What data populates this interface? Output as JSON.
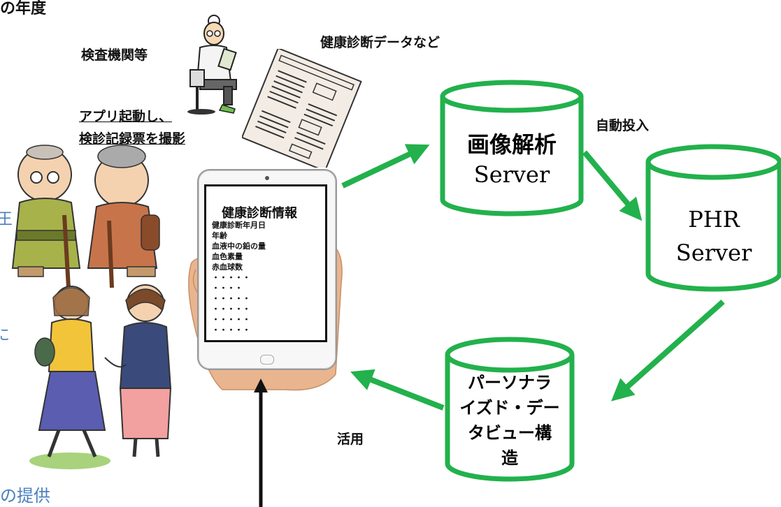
{
  "top_left_fragment": "の年度",
  "bottom_left_fragment": "の提供",
  "left_edge_chars": [
    "王",
    "に"
  ],
  "labels": {
    "testing_agency": "検査機関等",
    "checkup_data": "健康診断データなど",
    "app_line1": "アプリ起動し、",
    "app_line2": "検診記録票を撮影",
    "auto_input": "自動投入",
    "utilization": "活用"
  },
  "servers": {
    "image_analysis": {
      "line1": "画像解析",
      "line2": "Server"
    },
    "phr": {
      "line1": "PHR",
      "line2": "Server"
    },
    "personalized": {
      "lines": [
        "パーソナラ",
        "イズド・デー",
        "タビュー構",
        "造"
      ]
    }
  },
  "tablet": {
    "title": "健康診断情報",
    "rows": [
      "健康診断年月日",
      "年齢",
      "血液中の鉛の量",
      "血色素量",
      "赤血球数",
      "・・・・・",
      "・・・・",
      "・・・・・",
      "・・・・・",
      "・・・・・",
      "・・・・・"
    ]
  },
  "colors": {
    "green": "#22b14c",
    "dark": "#111111",
    "blue_text": "#4a7fc0"
  }
}
